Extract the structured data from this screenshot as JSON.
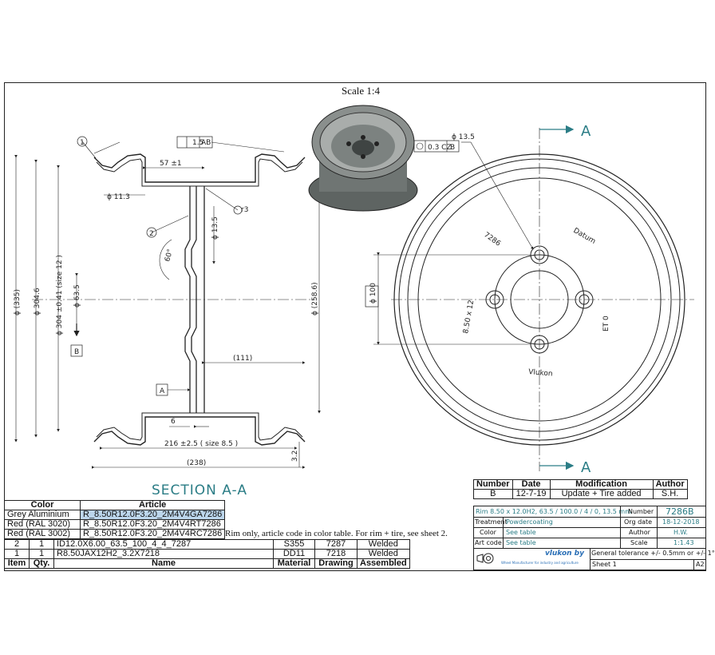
{
  "scale_label": "Scale 1:4",
  "section_label": "SECTION A-A",
  "section_marks": [
    "A",
    "A"
  ],
  "dimensions": {
    "rim_tol": "1.5",
    "datum_ref": "AB",
    "d1": "57 ±1",
    "d2": "ϕ 11.3",
    "d3": "ϕ 13.5",
    "r3": "r3",
    "angle": "60°",
    "h1": "ϕ (335)",
    "h2": "ϕ 304.6",
    "h3": "ϕ 304 ±0.41 (size 12 )",
    "h4": "ϕ 63.5",
    "h5": "ϕ (258.6)",
    "w1": "(111)",
    "w2": "6",
    "w3": "216 ±2.5 ( size 8.5 )",
    "w4": "(238)",
    "t1": "3.2",
    "hole": "ϕ 13.5",
    "pos_tol": "0.3 CZ",
    "pos_ref": "B",
    "pcd": "ϕ 100",
    "mark_b": "B",
    "mark_a": "A",
    "balloon1": "1",
    "balloon2": "2"
  },
  "face_texts": {
    "t1": "7286",
    "t2": "Datum",
    "t3": "8.50 x 12",
    "t4": "ET 0",
    "t5": "Vlukon"
  },
  "color_table": {
    "headers": [
      "Color",
      "Article"
    ],
    "rows": [
      [
        "Grey Aluminium",
        "R_8.50R12.0F3.20_2M4V4GA7286"
      ],
      [
        "Red (RAL 3020)",
        "R_8.50R12.0F3.20_2M4V4RT7286"
      ],
      [
        "Red (RAL 3002)",
        "R_8.50R12.0F3.20_2M4V4RC7286"
      ]
    ]
  },
  "note": "Rim only, article code in color table. For rim + tire, see sheet 2.",
  "bom": {
    "headers": [
      "Item",
      "Qty.",
      "Name",
      "Material",
      "Drawing",
      "Assembled"
    ],
    "rows": [
      [
        "2",
        "1",
        "ID12.0X6.00_63.5_100_4_4_7287",
        "S355",
        "7287",
        "Welded"
      ],
      [
        "1",
        "1",
        "R8.50JAX12H2_3.2X7218",
        "DD11",
        "7218",
        "Welded"
      ]
    ]
  },
  "revision": {
    "headers": [
      "Number",
      "Date",
      "Modification",
      "Author"
    ],
    "row": [
      "B",
      "12-7-19",
      "Update + Tire added",
      "S.H."
    ]
  },
  "title_block": {
    "description": "Rim 8.50 x 12.0H2, 63.5 / 100.0 / 4 / 0, 13.5 mm",
    "number_label": "Number",
    "number": "7286B",
    "treatment_label": "Treatment",
    "treatment": "Powdercoating",
    "org_label": "Org date",
    "org_date": "18-12-2018",
    "color_label": "Color",
    "color_val": "See table",
    "author_label": "Author",
    "author": "H.W.",
    "artcode_label": "Art code",
    "artcode": "See table",
    "scale_label": "Scale",
    "scale": "1:1.43",
    "company": "vlukon by",
    "company_sub": "Wheel Manufacturer for industry and agriculture",
    "tolerance": "General tolerance +/- 0.5mm or +/- 1°",
    "sheet": "Sheet 1",
    "size": "A2"
  }
}
